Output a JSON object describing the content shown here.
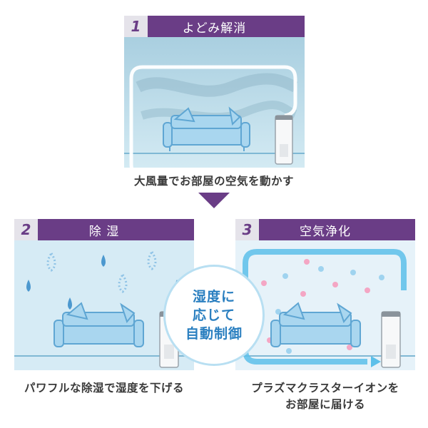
{
  "panels": [
    {
      "number": "1",
      "title": "よどみ解消",
      "caption": "大風量でお部屋の空気を動かす"
    },
    {
      "number": "2",
      "title": "除 湿",
      "caption": "パワフルな除湿で湿度を下げる"
    },
    {
      "number": "3",
      "title": "空気浄化",
      "caption_line1": "プラズマクラスターイオンを",
      "caption_line2": "お部屋に届ける"
    }
  ],
  "center_badge": {
    "line1": "湿度に",
    "line2": "応じて",
    "line3": "自動制御"
  },
  "colors": {
    "header": "#6a3d86",
    "number_box": "#e5e3ea",
    "scene_bg": "#cfe6f2",
    "accent_blue": "#2a7fc0",
    "sofa": "#a9d6ef"
  }
}
